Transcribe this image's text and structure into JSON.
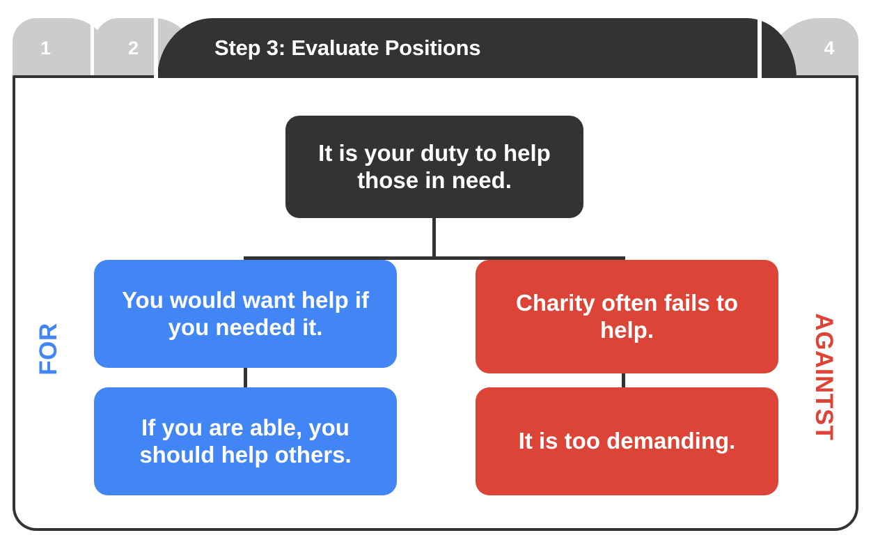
{
  "tabs": [
    {
      "label": "1",
      "active": false
    },
    {
      "label": "2",
      "active": false
    },
    {
      "label": "Step 3: Evaluate Positions",
      "active": true
    },
    {
      "label": "4",
      "active": false
    }
  ],
  "header": {
    "title": "Step 3: Evaluate Positions"
  },
  "colors": {
    "active_tab": "#333333",
    "inactive_tab": "#cccccc",
    "for": "#4285f4",
    "against": "#db4437",
    "border": "#333333",
    "background": "#ffffff"
  },
  "diagram": {
    "type": "argument-tree",
    "claim": {
      "text": "It is your duty to help those in need.",
      "color": "#333333"
    },
    "side_labels": {
      "left": "FOR",
      "right": "AGAINTST"
    },
    "for_arguments": [
      {
        "text": "You would want help if you needed it."
      },
      {
        "text": "If you are able, you should help others."
      }
    ],
    "against_arguments": [
      {
        "text": "Charity often fails to help."
      },
      {
        "text": "It is too demanding."
      }
    ]
  }
}
